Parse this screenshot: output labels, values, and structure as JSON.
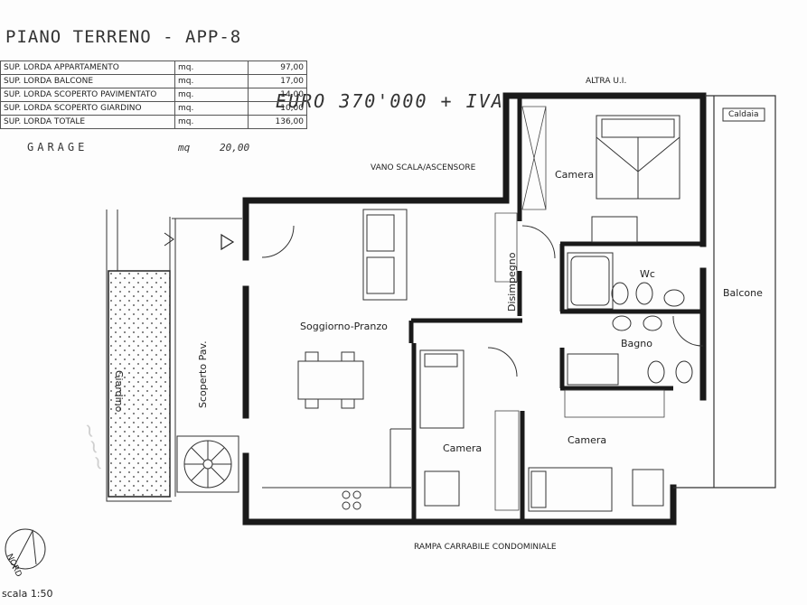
{
  "title": "PIANO TERRENO - APP-8",
  "price": "EURO 370'000 + IVA",
  "areas": [
    {
      "label": "SUP. LORDA APPARTAMENTO",
      "unit": "mq.",
      "value": "97,00"
    },
    {
      "label": "SUP. LORDA BALCONE",
      "unit": "mq.",
      "value": "17,00"
    },
    {
      "label": "SUP. LORDA SCOPERTO PAVIMENTATO",
      "unit": "mq.",
      "value": "14,00"
    },
    {
      "label": "SUP. LORDA SCOPERTO GIARDINO",
      "unit": "mq.",
      "value": "10,00"
    },
    {
      "label": "SUP. LORDA TOTALE",
      "unit": "mq.",
      "value": "136,00"
    }
  ],
  "garage": {
    "label": "GARAGE",
    "unit": "mq",
    "value": "20,00"
  },
  "labels": {
    "altra_ui": "ALTRA U.I.",
    "vano_scala": "VANO SCALA/ASCENSORE",
    "caldaia": "Caldaia",
    "camera_top": "Camera",
    "wc": "Wc",
    "balcone": "Balcone",
    "disimpegno": "Disimpegno",
    "bagno": "Bagno",
    "soggiorno": "Soggiorno-Pranzo",
    "camera_mid": "Camera",
    "camera_bottom": "Camera",
    "giardino": "Giardino",
    "scoperto": "Scoperto Pav.",
    "rampa": "RAMPA CARRABILE CONDOMINIALE",
    "nord": "NORD",
    "scale": "scala 1:50"
  }
}
